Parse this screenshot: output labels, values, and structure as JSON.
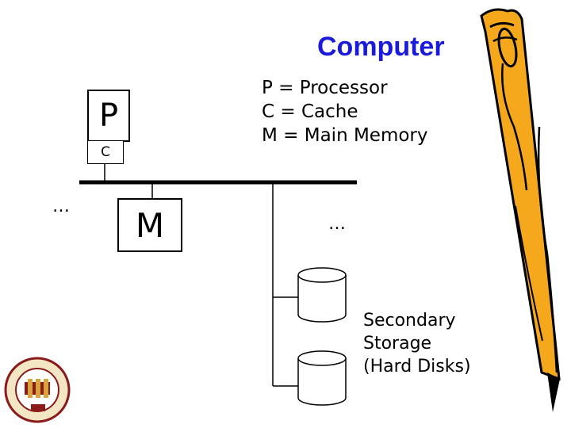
{
  "title": "Computer",
  "legend": [
    "P = Processor",
    "C = Cache",
    "M = Main Memory"
  ],
  "processor_label": "P",
  "cache_label": "C",
  "memory_label": "M",
  "ellipsis_left": "…",
  "ellipsis_right": "…",
  "storage_label": [
    "Secondary",
    "Storage",
    "(Hard Disks)"
  ],
  "colors": {
    "title": "#1a1adb",
    "pencil_body": "#f6a81c",
    "pencil_outline": "#000000",
    "seal_red": "#8b1a1a"
  },
  "icons": [
    "pencil-icon",
    "university-seal-icon",
    "disk-icon"
  ]
}
